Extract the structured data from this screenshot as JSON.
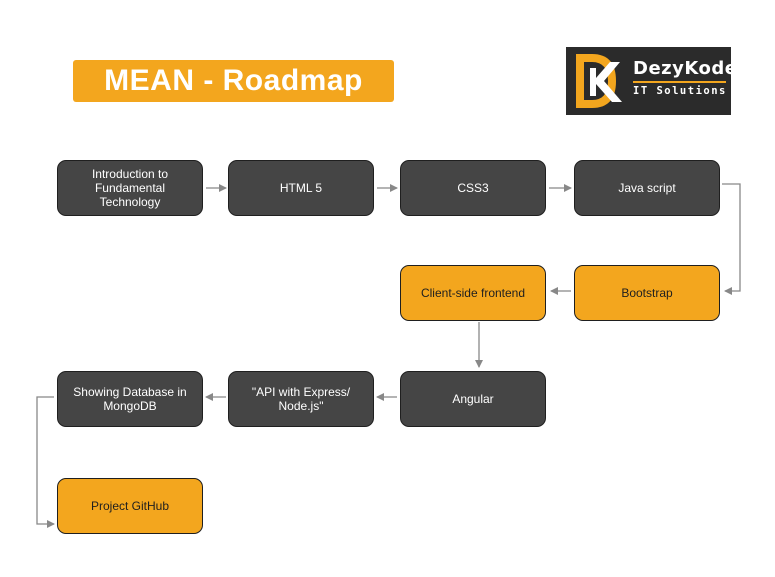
{
  "title": "MEAN - Roadmap",
  "logo": {
    "name": "DezyKode",
    "tagline": "IT Solutions"
  },
  "colors": {
    "accent": "#f3a61e",
    "node_dark": "#454545",
    "logo_bg": "#2b2b2b",
    "connector": "#888888"
  },
  "nodes": [
    {
      "label": "Introduction to Fundamental Technology",
      "style": "dark"
    },
    {
      "label": "HTML 5",
      "style": "dark"
    },
    {
      "label": "CSS3",
      "style": "dark"
    },
    {
      "label": "Java script",
      "style": "dark"
    },
    {
      "label": "Bootstrap",
      "style": "accent"
    },
    {
      "label": "Client-side frontend",
      "style": "accent"
    },
    {
      "label": "Angular",
      "style": "dark"
    },
    {
      "label": "\"API with Express/ Node.js\"",
      "style": "dark"
    },
    {
      "label": "Showing Database in MongoDB",
      "style": "dark"
    },
    {
      "label": "Project GitHub",
      "style": "accent"
    }
  ],
  "flow": [
    [
      0,
      1
    ],
    [
      1,
      2
    ],
    [
      2,
      3
    ],
    [
      3,
      4
    ],
    [
      4,
      5
    ],
    [
      5,
      6
    ],
    [
      6,
      7
    ],
    [
      7,
      8
    ],
    [
      8,
      9
    ]
  ]
}
